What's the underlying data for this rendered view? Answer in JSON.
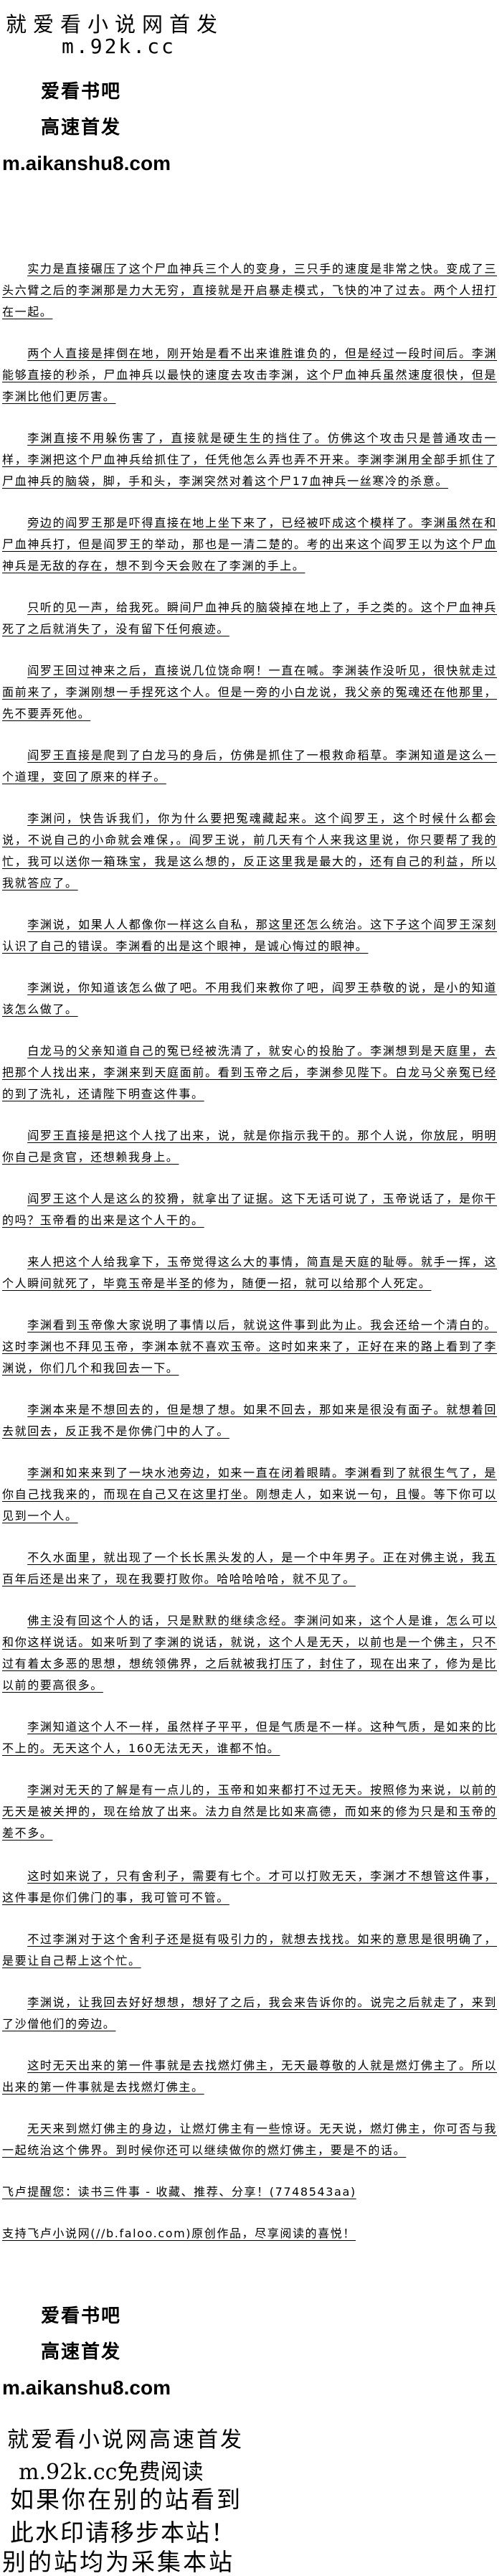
{
  "header": {
    "watermark_title": "就爱看小说网首发",
    "watermark_url": "m.92k.cc",
    "brand_line1": "爱看书吧",
    "brand_line2": "高速首发",
    "site_url": "m.aikanshu8.com"
  },
  "paragraphs": [
    "实力是直接碾压了这个尸血神兵三个人的变身，三只手的速度是非常之快。变成了三头六臂之后的李渊那是力大无穷，直接就是开启暴走模式，飞快的冲了过去。两个人扭打在一起。",
    "两个人直接是摔倒在地，刚开始是看不出来谁胜谁负的，但是经过一段时间后。李渊能够直接的秒杀，尸血神兵以最快的速度去攻击李渊，这个尸血神兵虽然速度很快，但是李渊比他们更厉害。",
    "李渊直接不用躲伤害了，直接就是硬生生的挡住了。仿佛这个攻击只是普通攻击一样，李渊把这个尸血神兵给抓住了，任凭他怎么弄也弄不开来。李渊李渊用全部手抓住了尸血神兵的脑袋，脚，手和头，李渊突然对着这个尸17血神兵一丝寒冷的杀意。",
    "旁边的阎罗王那是吓得直接在地上坐下来了，已经被吓成这个模样了。李渊虽然在和尸血神兵打，但是阎罗王的举动，那也是一清二楚的。考的出来这个阎罗王以为这个尸血神兵是无敌的存在，想不到今天会败在了李渊的手上。",
    "只听的见一声，给我死。瞬间尸血神兵的脑袋掉在地上了，手之类的。这个尸血神兵死了之后就消失了，没有留下任何痕迹。",
    "阎罗王回过神来之后，直接说几位饶命啊！一直在喊。李渊装作没听见，很快就走过面前来了，李渊刚想一手捏死这个人。但是一旁的小白龙说，我父亲的冤魂还在他那里，先不要弄死他。",
    "阎罗王直接是爬到了白龙马的身后，仿佛是抓住了一根救命稻草。李渊知道是这么一个道理，变回了原来的样子。",
    "李渊问，快告诉我们，你为什么要把冤魂藏起来。这个阎罗王，这个时候什么都会说，不说自己的小命就会难保，。阎罗王说，前几天有个人来我这里说，你只要帮了我的忙，我可以送你一箱珠宝，我是这么想的，反正这里我是最大的，还有自己的利益，所以我就答应了。",
    "李渊说，如果人人都像你一样这么自私，那这里还怎么统治。这下子这个阎罗王深刻认识了自己的错误。李渊看的出是这个眼神，是诚心悔过的眼神。",
    "李渊说，你知道该怎么做了吧。不用我们来教你了吧，阎罗王恭敬的说，是小的知道该怎么做了。",
    "白龙马的父亲知道自己的冤已经被洗清了，就安心的投胎了。李渊想到是天庭里，去把那个人找出来，李渊来到天庭面前。看到玉帝之后，李渊参见陛下。白龙马父亲冤已经的到了洗礼，还请陛下明查这件事。",
    "阎罗王直接是把这个人找了出来，说，就是你指示我干的。那个人说，你放屁，明明你自己是贪官，还想赖我身上。",
    "阎罗王这个人是这么的狡猾，就拿出了证据。这下无话可说了，玉帝说话了，是你干的吗？玉帝看的出来是这个人干的。",
    "来人把这个人给我拿下，玉帝觉得这么大的事情，简直是天庭的耻辱。就手一挥，这个人瞬间就死了，毕竟玉帝是半圣的修为，随便一招，就可以给那个人死定。",
    "李渊看到玉帝像大家说明了事情以后，就说这件事到此为止。我会还给一个清白的。这时李渊也不拜见玉帝，李渊本就不喜欢玉帝。这时如来来了，正好在来的路上看到了李渊说，你们几个和我回去一下。",
    "李渊本来是不想回去的，但是想了想。如果不回去，那如来是很没有面子。就想着回去就回去，反正我不是你佛门中的人了。",
    "李渊和如来来到了一块水池旁边，如来一直在闭着眼睛。李渊看到了就很生气了，是你自己找我来的，而现在自己又在这里打坐。刚想走人，如来说一句，且慢。等下你可以见到一个人。",
    "不久水面里，就出现了一个长长黑头发的人，是一个中年男子。正在对佛主说，我五百年后还是出来了，现在我要打败你。哈哈哈哈哈，就不见了。",
    "佛主没有回这个人的话，只是默默的继续念经。李渊问如来，这个人是谁，怎么可以和你这样说话。如来听到了李渊的说话，就说，这个人是无天，以前也是一个佛主，只不过有着太多恶的思想，想统领佛界，之后就被我打压了，封住了，现在出来了，修为是比以前的要高很多。",
    "李渊知道这个人不一样，虽然样子平平，但是气质是不一样。这种气质，是如来的比不上的。无天这个人，160无法无天，谁都不怕。",
    "李渊对无天的了解是有一点儿的，玉帝和如来都打不过无天。按照修为来说，以前的无天是被关押的，现在给放了出来。法力自然是比如来高德，而如来的修为只是和玉帝的差不多。",
    "这时如来说了，只有舍利子，需要有七个。才可以打败无天，李渊才不想管这件事，这件事是你们佛门的事，我可管可不管。",
    "不过李渊对于这个舍利子还是挺有吸引力的，就想去找找。如来的意思是很明确了，是要让自己帮上这个忙。",
    "李渊说，让我回去好好想想，想好了之后，我会来告诉你的。说完之后就走了，来到了沙僧他们的旁边。",
    "这时无天出来的第一件事就是去找燃灯佛主，无天最尊敬的人就是燃灯佛主了。所以出来的第一件事就是去找燃灯佛主。",
    "无天来到燃灯佛主的身边，让燃灯佛主有一些惊讶。无天说，燃灯佛主，你可否与我一起统治这个佛界。到时候你还可以继续做你的燃灯佛主，要是不的话。"
  ],
  "notices": [
    "飞卢提醒您：读书三件事 - 收藏、推荐、分享！(7748543aa)",
    "支持飞卢小说网(//b.faloo.com)原创作品，尽享阅读的喜悦！"
  ],
  "footer": {
    "brand_line1": "爱看书吧",
    "brand_line2": "高速首发",
    "site_url": "m.aikanshu8.com",
    "watermark_lines": [
      "就爱看小说网高速首发",
      "m.92k.cc免费阅读",
      "如果你在别的站看到",
      "此水印请移步本站！",
      "别的站均为采集本站"
    ]
  }
}
